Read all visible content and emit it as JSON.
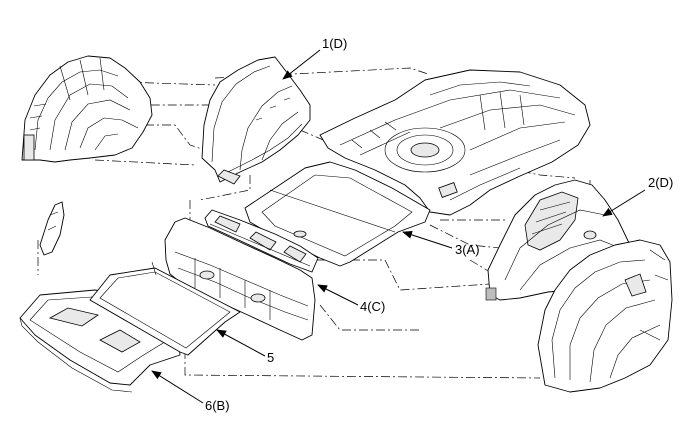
{
  "callouts": [
    {
      "id": "1",
      "text": "1(D)"
    },
    {
      "id": "2",
      "text": "2(D)"
    },
    {
      "id": "3",
      "text": "3(A)"
    },
    {
      "id": "4",
      "text": "4(C)"
    },
    {
      "id": "5",
      "text": "5"
    },
    {
      "id": "6",
      "text": "6(B)"
    }
  ],
  "colors": {
    "line": "#000000",
    "background": "#ffffff",
    "shade": "#e9e9e9"
  }
}
